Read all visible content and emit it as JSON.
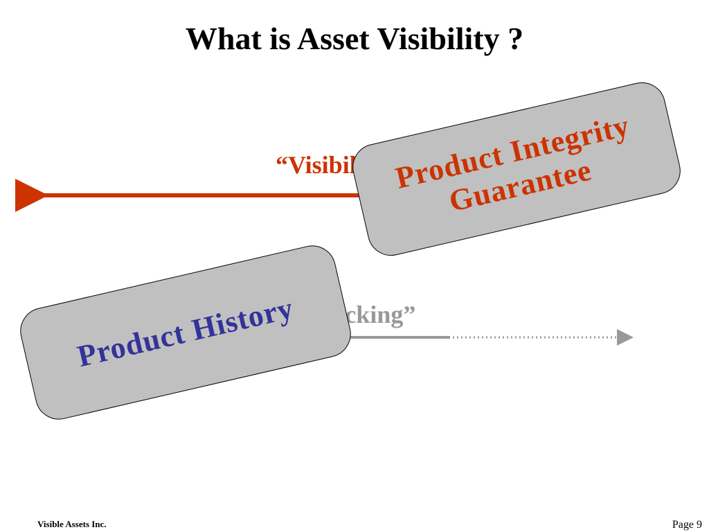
{
  "slide": {
    "title": "What is Asset Visibility ?"
  },
  "terms": {
    "visibility": "“Visibility”",
    "tracking": "“Tracking”"
  },
  "cards": {
    "integrity": "Product Integrity Guarantee",
    "history": "Product History"
  },
  "footer": {
    "company": "Visible Assets Inc.",
    "page": "Page 9"
  },
  "colors": {
    "visibility": "#cc3300",
    "tracking": "#999999",
    "history": "#333399",
    "card_fill": "#c0c0c0"
  }
}
